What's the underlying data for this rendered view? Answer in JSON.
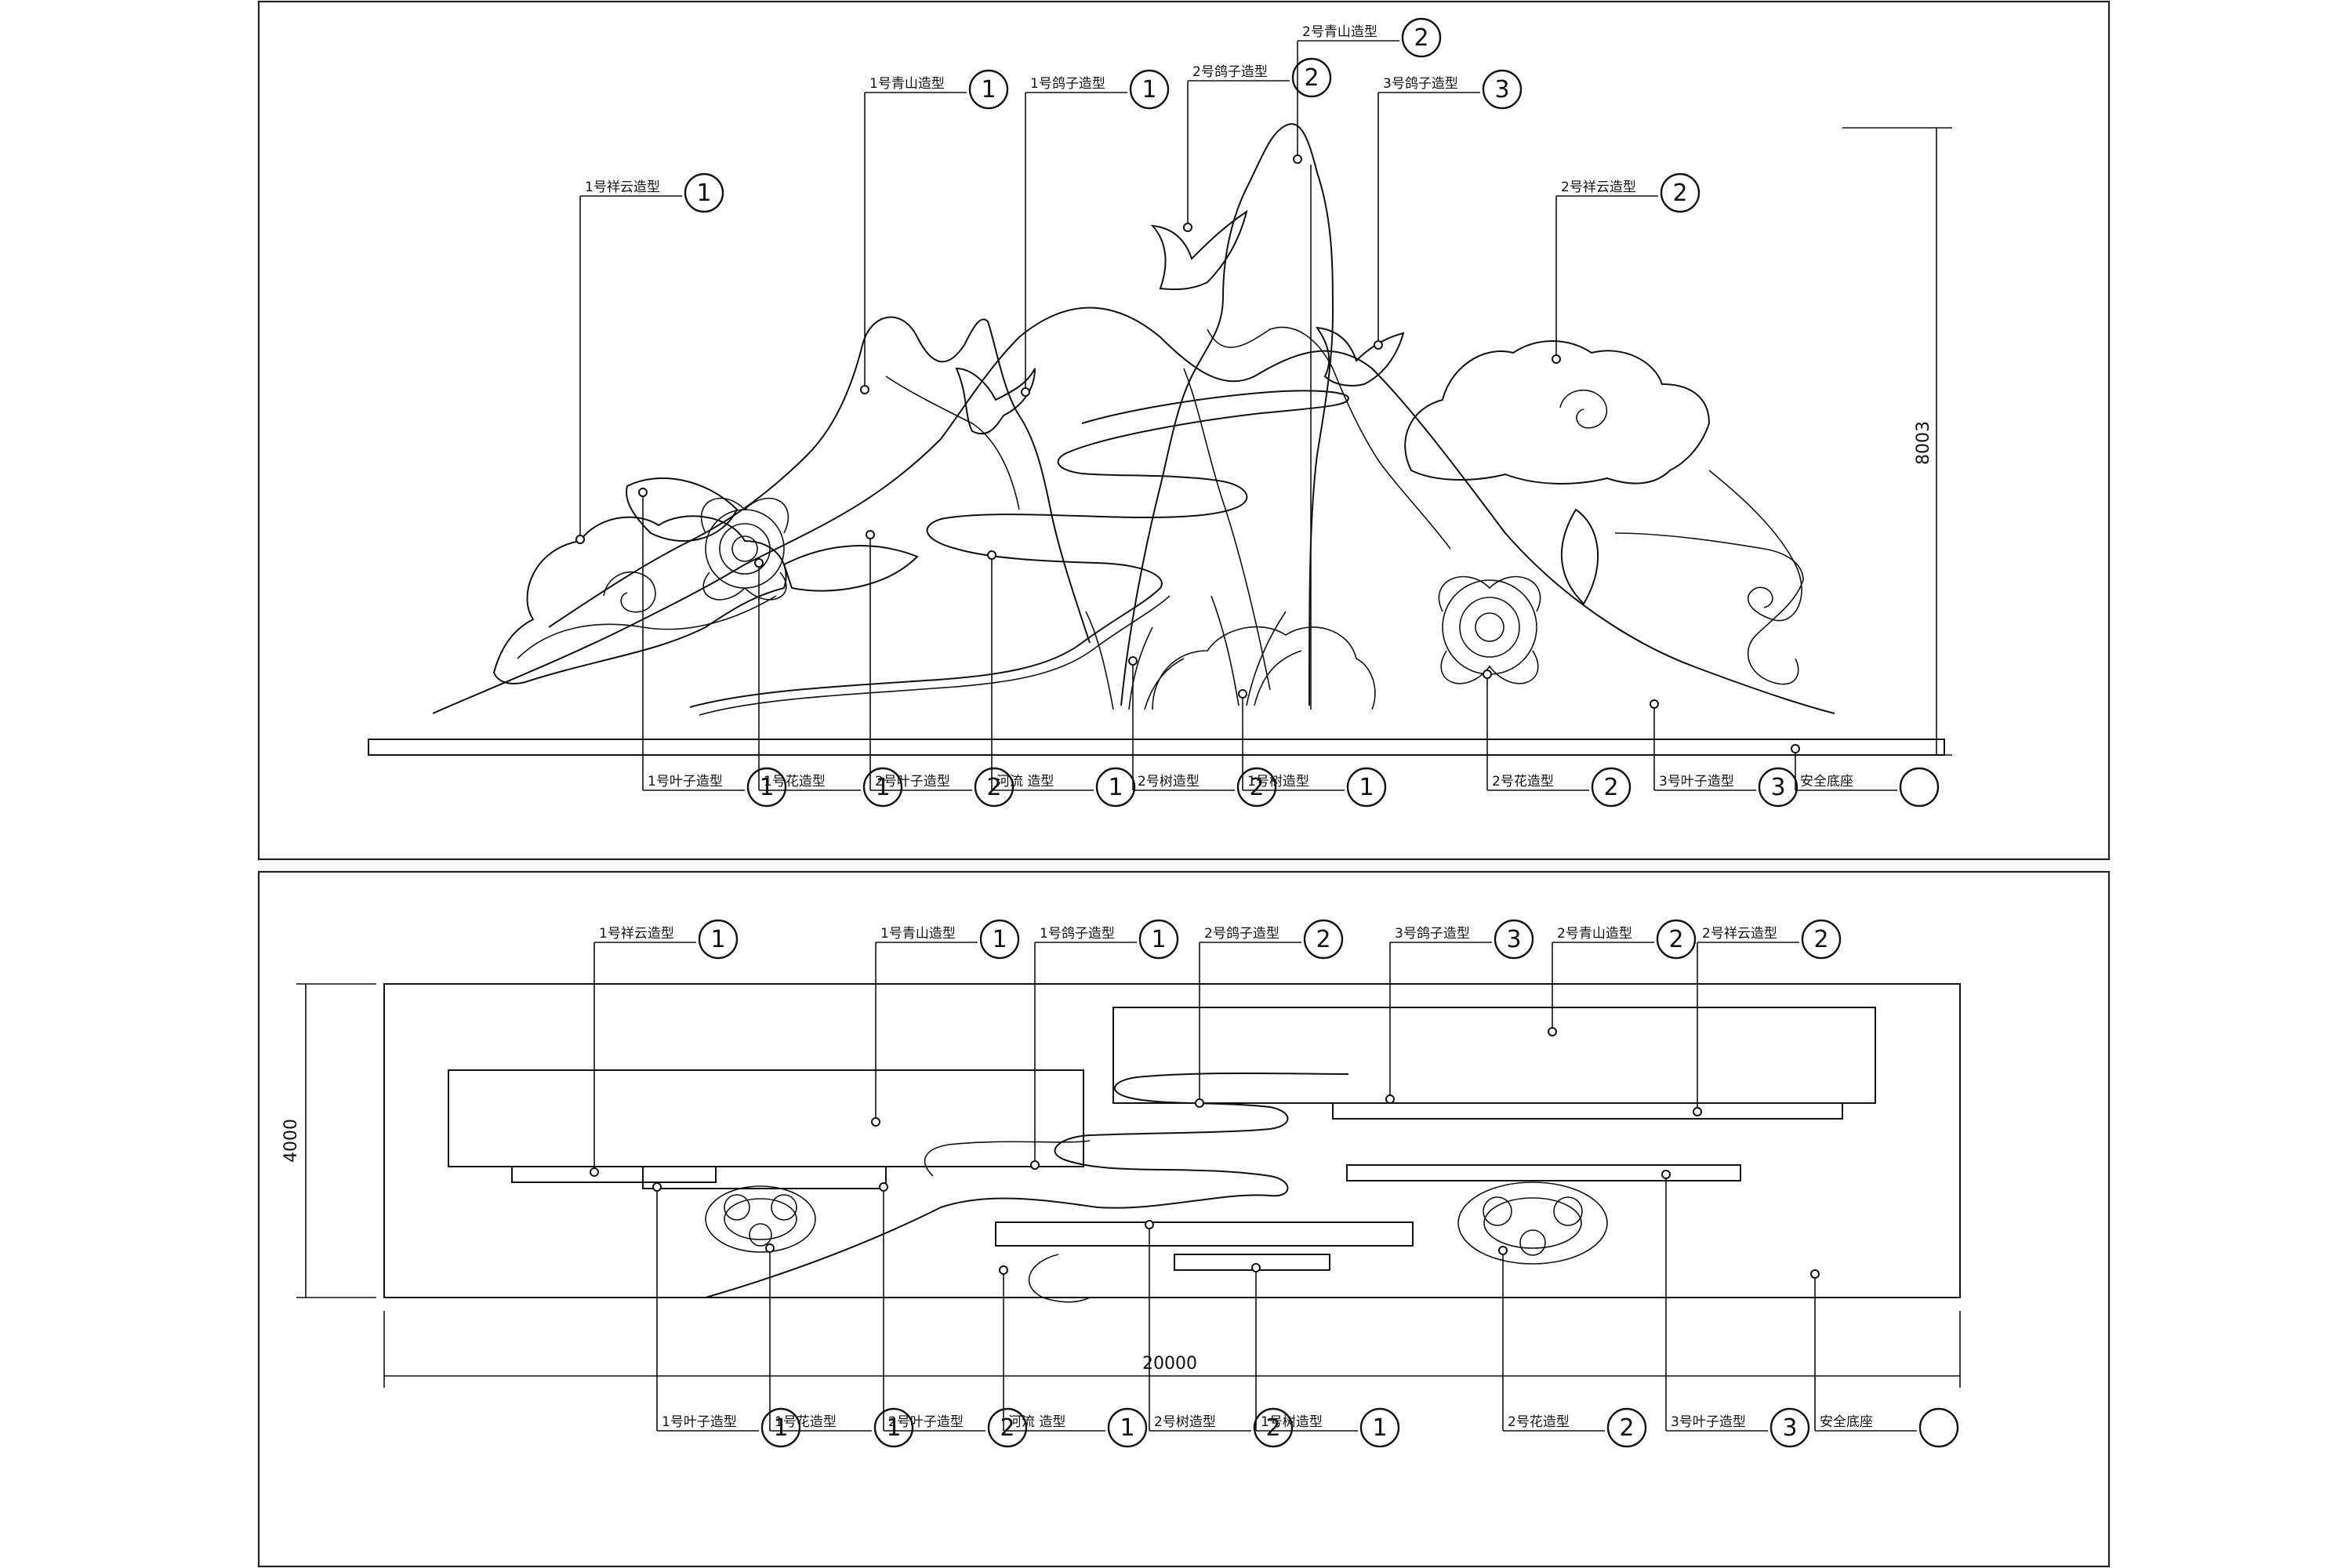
{
  "elevation": {
    "height_dim": "8003",
    "labels_top": [
      {
        "text": "1号祥云造型",
        "num": "1"
      },
      {
        "text": "1号青山造型",
        "num": "1"
      },
      {
        "text": "1号鸽子造型",
        "num": "1"
      },
      {
        "text": "2号鸽子造型",
        "num": "2"
      },
      {
        "text": "2号青山造型",
        "num": "2"
      },
      {
        "text": "3号鸽子造型",
        "num": "3"
      },
      {
        "text": "2号祥云造型",
        "num": "2"
      }
    ],
    "labels_bottom": [
      {
        "text": "1号叶子造型",
        "num": "1"
      },
      {
        "text": "1号花造型",
        "num": "1"
      },
      {
        "text": "2号叶子造型",
        "num": "2"
      },
      {
        "text": "河流 造型",
        "num": "1"
      },
      {
        "text": "2号树造型",
        "num": "2"
      },
      {
        "text": "1号树造型",
        "num": "1"
      },
      {
        "text": "2号花造型",
        "num": "2"
      },
      {
        "text": "3号叶子造型",
        "num": "3"
      },
      {
        "text": "安全底座",
        "num": ""
      }
    ]
  },
  "plan": {
    "width_dim": "20000",
    "depth_dim": "4000",
    "labels_top": [
      {
        "text": "1号祥云造型",
        "num": "1"
      },
      {
        "text": "1号青山造型",
        "num": "1"
      },
      {
        "text": "1号鸽子造型",
        "num": "1"
      },
      {
        "text": "2号鸽子造型",
        "num": "2"
      },
      {
        "text": "3号鸽子造型",
        "num": "3"
      },
      {
        "text": "2号青山造型",
        "num": "2"
      },
      {
        "text": "2号祥云造型",
        "num": "2"
      }
    ],
    "labels_bottom": [
      {
        "text": "1号叶子造型",
        "num": "1"
      },
      {
        "text": "1号花造型",
        "num": "1"
      },
      {
        "text": "2号叶子造型",
        "num": "2"
      },
      {
        "text": "河流 造型",
        "num": "1"
      },
      {
        "text": "2号树造型",
        "num": "2"
      },
      {
        "text": "1号树造型",
        "num": "1"
      },
      {
        "text": "2号花造型",
        "num": "2"
      },
      {
        "text": "3号叶子造型",
        "num": "3"
      },
      {
        "text": "安全底座",
        "num": ""
      }
    ]
  }
}
